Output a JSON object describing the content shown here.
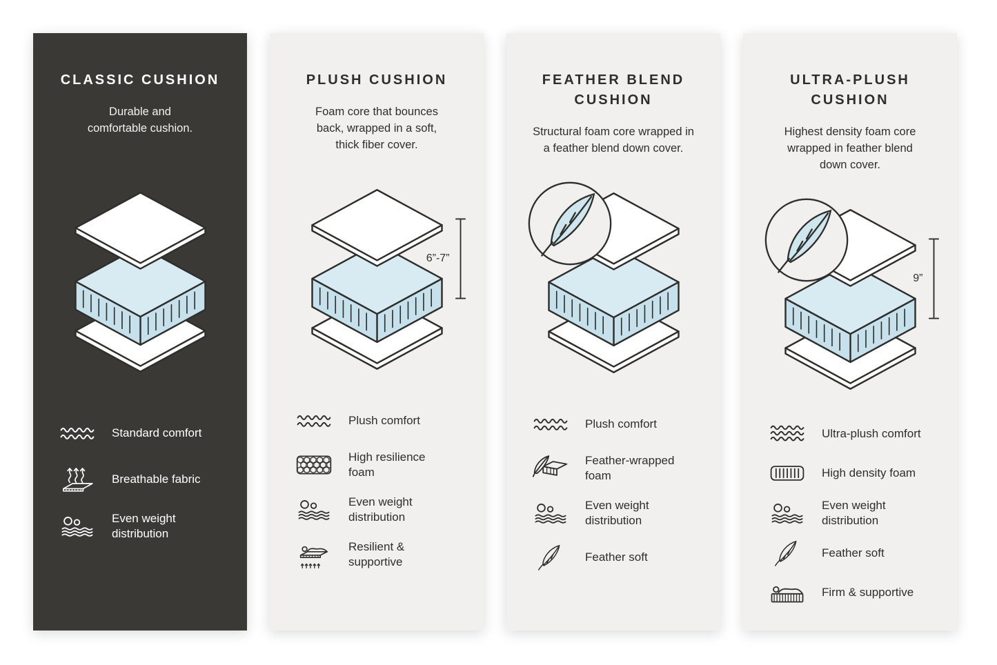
{
  "colors": {
    "background": "#ffffff",
    "dark_panel": "#3a3936",
    "light_panel": "#f1f0ee",
    "foam_blue": "#c7e1ec",
    "outline": "#2e2e2c"
  },
  "panels": [
    {
      "id": "classic",
      "theme": "dark",
      "title": "CLASSIC CUSHION",
      "description": "Durable and\ncomfortable cushion.",
      "features": [
        {
          "icon": "waves-icon",
          "label": "Standard comfort"
        },
        {
          "icon": "breathable-fabric-icon",
          "label": "Breathable fabric"
        },
        {
          "icon": "weight-distribution-icon",
          "label": "Even weight\ndistribution"
        }
      ]
    },
    {
      "id": "plush",
      "theme": "light",
      "title": "PLUSH CUSHION",
      "description": "Foam core that bounces\nback, wrapped in a soft,\nthick fiber cover.",
      "measurement": "6”-7”",
      "features": [
        {
          "icon": "waves-icon",
          "label": "Plush comfort"
        },
        {
          "icon": "honeycomb-foam-icon",
          "label": "High resilience\nfoam"
        },
        {
          "icon": "weight-distribution-icon",
          "label": "Even weight\ndistribution"
        },
        {
          "icon": "resilient-support-icon",
          "label": "Resilient &\nsupportive"
        }
      ]
    },
    {
      "id": "feather-blend",
      "theme": "light",
      "title": "FEATHER BLEND\nCUSHION",
      "description": "Structural foam core wrapped in\na feather blend down cover.",
      "badge": "feather",
      "features": [
        {
          "icon": "waves-icon",
          "label": "Plush comfort"
        },
        {
          "icon": "feather-wrapped-foam-icon",
          "label": "Feather-wrapped\nfoam"
        },
        {
          "icon": "weight-distribution-icon",
          "label": "Even weight\ndistribution"
        },
        {
          "icon": "feather-icon",
          "label": "Feather soft"
        }
      ]
    },
    {
      "id": "ultra-plush",
      "theme": "light",
      "title": "ULTRA-PLUSH\nCUSHION",
      "description": "Highest density foam core\nwrapped in feather blend\ndown cover.",
      "badge": "feather",
      "measurement": "9”",
      "features": [
        {
          "icon": "waves-3-icon",
          "label": "Ultra-plush comfort"
        },
        {
          "icon": "high-density-foam-icon",
          "label": "High density foam"
        },
        {
          "icon": "weight-distribution-icon",
          "label": "Even weight\ndistribution"
        },
        {
          "icon": "feather-icon",
          "label": "Feather soft"
        },
        {
          "icon": "firm-support-icon",
          "label": "Firm & supportive"
        }
      ]
    }
  ]
}
